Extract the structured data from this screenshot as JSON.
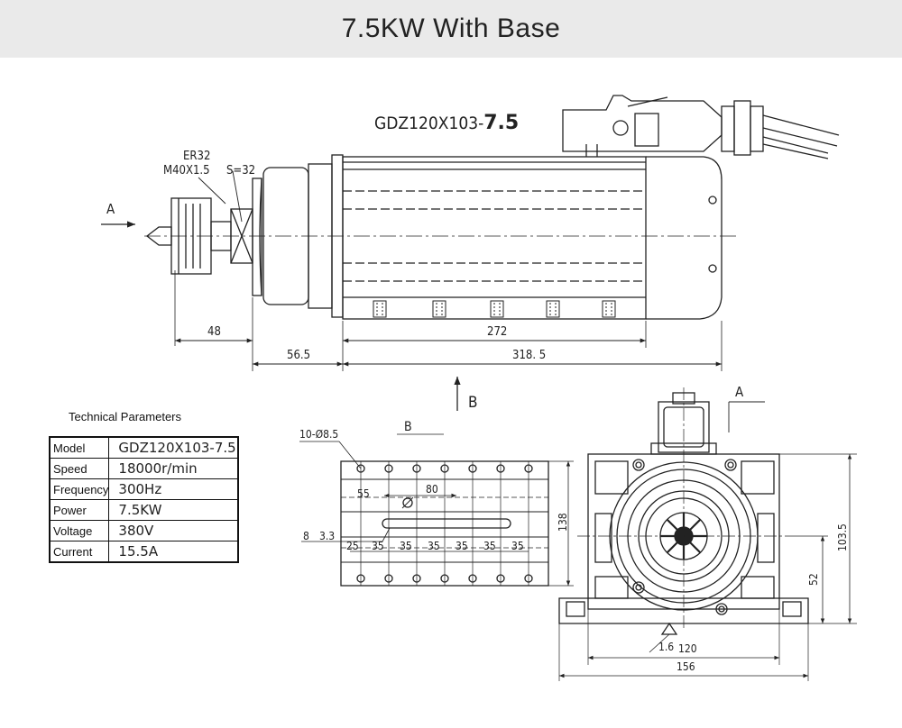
{
  "title": "7.5KW With Base",
  "model_label": {
    "prefix": "GDZ120X103-",
    "suffix": "7.5"
  },
  "callouts": {
    "collet": "ER32",
    "thread": "M40X1.5",
    "wrench": "S=32",
    "view_a": "A",
    "view_b": "B",
    "holes": "10-Ø8.5"
  },
  "dimensions": {
    "d48": "48",
    "d56_5": "56.5",
    "d272": "272",
    "d318_5": "318. 5",
    "d55": "55",
    "d80": "80",
    "d8": "8",
    "d3_3": "3.3",
    "d25": "25",
    "d35": "35",
    "d138": "138",
    "d103_5": "103.5",
    "d52": "52",
    "d1_6": "1.6",
    "d120": "120",
    "d156": "156"
  },
  "parameters": {
    "title": "Technical Parameters",
    "rows": [
      {
        "label": "Model",
        "value": "GDZ120X103-7.5"
      },
      {
        "label": "Speed",
        "value": "18000r/min"
      },
      {
        "label": "Frequency",
        "value": "300Hz"
      },
      {
        "label": "Power",
        "value": "7.5KW"
      },
      {
        "label": "Voltage",
        "value": "380V"
      },
      {
        "label": "Current",
        "value": "15.5A"
      }
    ]
  }
}
